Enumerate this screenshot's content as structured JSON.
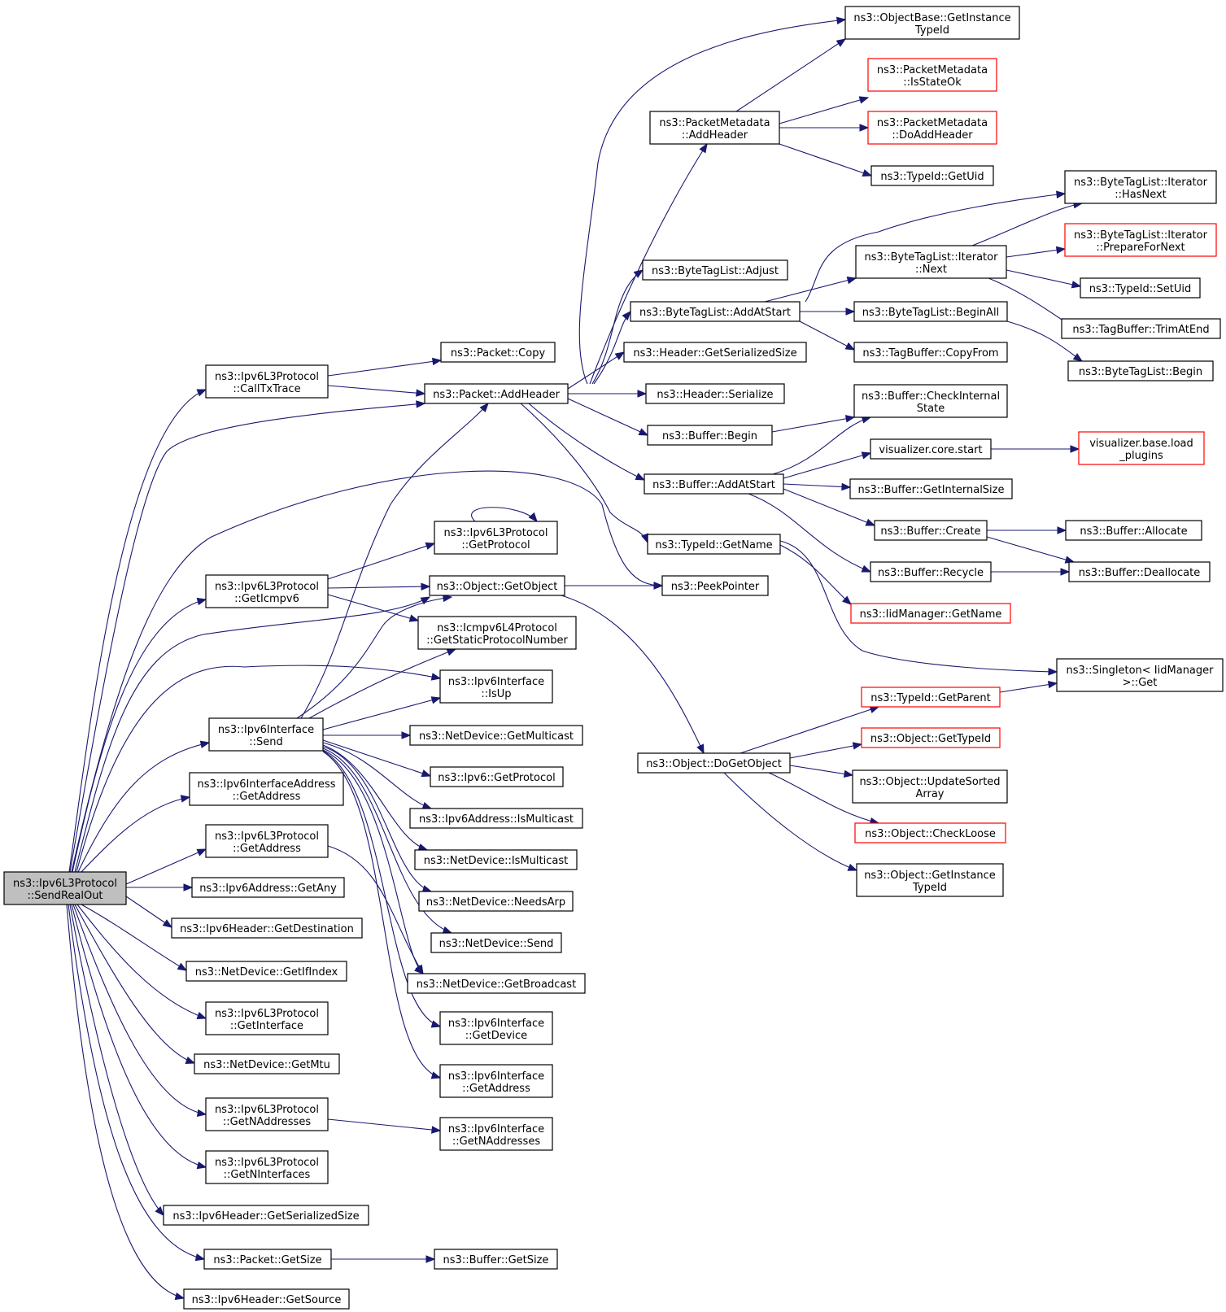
{
  "colors": {
    "edge": "#191970",
    "node_border": "#000000",
    "node_border_truncated": "#ff0000",
    "root_fill": "#bfbfbf",
    "node_fill": "#ffffff"
  },
  "nodes": [
    {
      "id": "root",
      "lines": [
        "ns3::Ipv6L3Protocol",
        "::SendRealOut"
      ],
      "style": "root"
    },
    {
      "id": "calltx",
      "lines": [
        "ns3::Ipv6L3Protocol",
        "::CallTxTrace"
      ],
      "style": "normal"
    },
    {
      "id": "pktcopy",
      "lines": [
        "ns3::Packet::Copy"
      ],
      "style": "normal"
    },
    {
      "id": "addheader",
      "lines": [
        "ns3::Packet::AddHeader"
      ],
      "style": "normal"
    },
    {
      "id": "objbase",
      "lines": [
        "ns3::ObjectBase::GetInstance",
        "TypeId"
      ],
      "style": "normal"
    },
    {
      "id": "pmstate",
      "lines": [
        "ns3::PacketMetadata",
        "::IsStateOk"
      ],
      "style": "truncated"
    },
    {
      "id": "pmadd",
      "lines": [
        "ns3::PacketMetadata",
        "::AddHeader"
      ],
      "style": "normal"
    },
    {
      "id": "pmdoadd",
      "lines": [
        "ns3::PacketMetadata",
        "::DoAddHeader"
      ],
      "style": "truncated"
    },
    {
      "id": "getuid",
      "lines": [
        "ns3::TypeId::GetUid"
      ],
      "style": "normal"
    },
    {
      "id": "btladjust",
      "lines": [
        "ns3::ByteTagList::Adjust"
      ],
      "style": "normal"
    },
    {
      "id": "btladdstart",
      "lines": [
        "ns3::ByteTagList::AddAtStart"
      ],
      "style": "normal"
    },
    {
      "id": "hdrsize",
      "lines": [
        "ns3::Header::GetSerializedSize"
      ],
      "style": "normal"
    },
    {
      "id": "hdrser",
      "lines": [
        "ns3::Header::Serialize"
      ],
      "style": "normal"
    },
    {
      "id": "bufbegin",
      "lines": [
        "ns3::Buffer::Begin"
      ],
      "style": "normal"
    },
    {
      "id": "bufaddstart",
      "lines": [
        "ns3::Buffer::AddAtStart"
      ],
      "style": "normal"
    },
    {
      "id": "tidname",
      "lines": [
        "ns3::TypeId::GetName"
      ],
      "style": "normal"
    },
    {
      "id": "peek",
      "lines": [
        "ns3::PeekPointer"
      ],
      "style": "normal"
    },
    {
      "id": "btlitnext",
      "lines": [
        "ns3::ByteTagList::Iterator",
        "::Next"
      ],
      "style": "normal"
    },
    {
      "id": "btlbeginall",
      "lines": [
        "ns3::ByteTagList::BeginAll"
      ],
      "style": "normal"
    },
    {
      "id": "tbcopy",
      "lines": [
        "ns3::TagBuffer::CopyFrom"
      ],
      "style": "normal"
    },
    {
      "id": "btlhasnext",
      "lines": [
        "ns3::ByteTagList::Iterator",
        "::HasNext"
      ],
      "style": "normal"
    },
    {
      "id": "btlprep",
      "lines": [
        "ns3::ByteTagList::Iterator",
        "::PrepareForNext"
      ],
      "style": "truncated"
    },
    {
      "id": "setuid",
      "lines": [
        "ns3::TypeId::SetUid"
      ],
      "style": "normal"
    },
    {
      "id": "tbtrim",
      "lines": [
        "ns3::TagBuffer::TrimAtEnd"
      ],
      "style": "normal"
    },
    {
      "id": "btlbegin",
      "lines": [
        "ns3::ByteTagList::Begin"
      ],
      "style": "normal"
    },
    {
      "id": "bufcheck",
      "lines": [
        "ns3::Buffer::CheckInternal",
        "State"
      ],
      "style": "normal"
    },
    {
      "id": "vizstart",
      "lines": [
        "visualizer.core.start"
      ],
      "style": "normal"
    },
    {
      "id": "vizload",
      "lines": [
        "visualizer.base.load",
        "_plugins"
      ],
      "style": "truncated"
    },
    {
      "id": "bufintsize",
      "lines": [
        "ns3::Buffer::GetInternalSize"
      ],
      "style": "normal"
    },
    {
      "id": "bufcreate",
      "lines": [
        "ns3::Buffer::Create"
      ],
      "style": "normal"
    },
    {
      "id": "bufalloc",
      "lines": [
        "ns3::Buffer::Allocate"
      ],
      "style": "normal"
    },
    {
      "id": "bufrecycle",
      "lines": [
        "ns3::Buffer::Recycle"
      ],
      "style": "normal"
    },
    {
      "id": "bufdealloc",
      "lines": [
        "ns3::Buffer::Deallocate"
      ],
      "style": "normal"
    },
    {
      "id": "iidname",
      "lines": [
        "ns3::IidManager::GetName"
      ],
      "style": "truncated"
    },
    {
      "id": "singleton",
      "lines": [
        "ns3::Singleton< IidManager",
        ">::Get"
      ],
      "style": "normal"
    },
    {
      "id": "getprotocol",
      "lines": [
        "ns3::Ipv6L3Protocol",
        "::GetProtocol"
      ],
      "style": "normal"
    },
    {
      "id": "geticmp",
      "lines": [
        "ns3::Ipv6L3Protocol",
        "::GetIcmpv6"
      ],
      "style": "normal"
    },
    {
      "id": "getobject",
      "lines": [
        "ns3::Object::GetObject"
      ],
      "style": "normal"
    },
    {
      "id": "icmpstatic",
      "lines": [
        "ns3::Icmpv6L4Protocol",
        "::GetStaticProtocolNumber"
      ],
      "style": "normal"
    },
    {
      "id": "ifisup",
      "lines": [
        "ns3::Ipv6Interface",
        "::IsUp"
      ],
      "style": "normal"
    },
    {
      "id": "ifsend",
      "lines": [
        "ns3::Ipv6Interface",
        "::Send"
      ],
      "style": "normal"
    },
    {
      "id": "ndgetmc",
      "lines": [
        "ns3::NetDevice::GetMulticast"
      ],
      "style": "normal"
    },
    {
      "id": "ipv6getproto",
      "lines": [
        "ns3::Ipv6::GetProtocol"
      ],
      "style": "normal"
    },
    {
      "id": "addrismc",
      "lines": [
        "ns3::Ipv6Address::IsMulticast"
      ],
      "style": "normal"
    },
    {
      "id": "ndismc",
      "lines": [
        "ns3::NetDevice::IsMulticast"
      ],
      "style": "normal"
    },
    {
      "id": "ndneedsarp",
      "lines": [
        "ns3::NetDevice::NeedsArp"
      ],
      "style": "normal"
    },
    {
      "id": "ndsend",
      "lines": [
        "ns3::NetDevice::Send"
      ],
      "style": "normal"
    },
    {
      "id": "ndbcast",
      "lines": [
        "ns3::NetDevice::GetBroadcast"
      ],
      "style": "normal"
    },
    {
      "id": "ifgetdev",
      "lines": [
        "ns3::Ipv6Interface",
        "::GetDevice"
      ],
      "style": "normal"
    },
    {
      "id": "ifgetaddr",
      "lines": [
        "ns3::Ipv6Interface",
        "::GetAddress"
      ],
      "style": "normal"
    },
    {
      "id": "ifgetnaddr",
      "lines": [
        "ns3::Ipv6Interface",
        "::GetNAddresses"
      ],
      "style": "normal"
    },
    {
      "id": "doget",
      "lines": [
        "ns3::Object::DoGetObject"
      ],
      "style": "normal"
    },
    {
      "id": "tidparent",
      "lines": [
        "ns3::TypeId::GetParent"
      ],
      "style": "truncated"
    },
    {
      "id": "objtid",
      "lines": [
        "ns3::Object::GetTypeId"
      ],
      "style": "truncated"
    },
    {
      "id": "objupd",
      "lines": [
        "ns3::Object::UpdateSorted",
        "Array"
      ],
      "style": "normal"
    },
    {
      "id": "objcheck",
      "lines": [
        "ns3::Object::CheckLoose"
      ],
      "style": "truncated"
    },
    {
      "id": "objinst",
      "lines": [
        "ns3::Object::GetInstance",
        "TypeId"
      ],
      "style": "normal"
    },
    {
      "id": "ifaddrget",
      "lines": [
        "ns3::Ipv6InterfaceAddress",
        "::GetAddress"
      ],
      "style": "normal"
    },
    {
      "id": "l3getaddr",
      "lines": [
        "ns3::Ipv6L3Protocol",
        "::GetAddress"
      ],
      "style": "normal"
    },
    {
      "id": "addrany",
      "lines": [
        "ns3::Ipv6Address::GetAny"
      ],
      "style": "normal"
    },
    {
      "id": "hdrdest",
      "lines": [
        "ns3::Ipv6Header::GetDestination"
      ],
      "style": "normal"
    },
    {
      "id": "ndifindex",
      "lines": [
        "ns3::NetDevice::GetIfIndex"
      ],
      "style": "normal"
    },
    {
      "id": "l3getif",
      "lines": [
        "ns3::Ipv6L3Protocol",
        "::GetInterface"
      ],
      "style": "normal"
    },
    {
      "id": "ndmtu",
      "lines": [
        "ns3::NetDevice::GetMtu"
      ],
      "style": "normal"
    },
    {
      "id": "l3getnaddr",
      "lines": [
        "ns3::Ipv6L3Protocol",
        "::GetNAddresses"
      ],
      "style": "normal"
    },
    {
      "id": "l3getnif",
      "lines": [
        "ns3::Ipv6L3Protocol",
        "::GetNInterfaces"
      ],
      "style": "normal"
    },
    {
      "id": "hdrsersize",
      "lines": [
        "ns3::Ipv6Header::GetSerializedSize"
      ],
      "style": "normal"
    },
    {
      "id": "pktsize",
      "lines": [
        "ns3::Packet::GetSize"
      ],
      "style": "normal"
    },
    {
      "id": "bufsize",
      "lines": [
        "ns3::Buffer::GetSize"
      ],
      "style": "normal"
    },
    {
      "id": "hdrsrc",
      "lines": [
        "ns3::Ipv6Header::GetSource"
      ],
      "style": "normal"
    }
  ]
}
